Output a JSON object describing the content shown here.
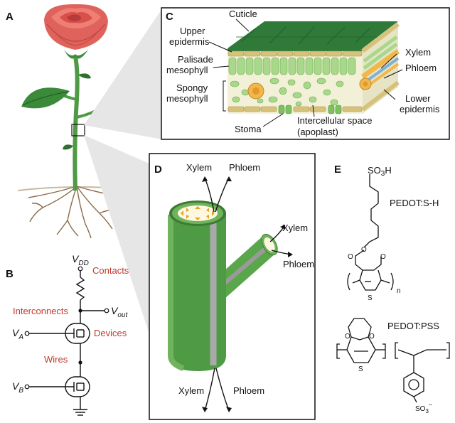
{
  "panels": {
    "a": "A",
    "b": "B",
    "c": "C",
    "d": "D",
    "e": "E"
  },
  "panel_c": {
    "cuticle": "Cuticle",
    "upper_epidermis_1": "Upper",
    "upper_epidermis_2": "epidermis",
    "palisade_1": "Palisade",
    "palisade_2": "mesophyll",
    "spongy_1": "Spongy",
    "spongy_2": "mesophyll",
    "xylem": "Xylem",
    "phloem": "Phloem",
    "lower_epidermis_1": "Lower",
    "lower_epidermis_2": "epidermis",
    "stoma": "Stoma",
    "intercellular_1": "Intercellular space",
    "intercellular_2": "(apoplast)"
  },
  "panel_d": {
    "xylem_top": "Xylem",
    "phloem_top": "Phloem",
    "xylem_branch": "Xylem",
    "phloem_branch": "Phloem",
    "xylem_bottom": "Xylem",
    "phloem_bottom": "Phloem"
  },
  "panel_b": {
    "vdd_main": "V",
    "vdd_sub": "DD",
    "contacts": "Contacts",
    "interconnects": "Interconnects",
    "vout_main": "V",
    "vout_sub": "out",
    "va_main": "V",
    "va_sub": "A",
    "devices": "Devices",
    "wires": "Wires",
    "vb_main": "V",
    "vb_sub": "B"
  },
  "panel_e": {
    "so3h_main": "SO",
    "so3h_sub": "3",
    "so3h_end": "H",
    "pedot_sh": "PEDOT:S-H",
    "o_1": "O",
    "o_2": "O",
    "o_3": "O",
    "s_1": "S",
    "n_sub": "n",
    "pedot_pss": "PEDOT:PSS",
    "o_4": "O",
    "o_5": "O",
    "s_2": "S",
    "so3_main": "SO",
    "so3_sub": "3",
    "so3_charge": "−"
  },
  "colors": {
    "rose": "#e0625c",
    "leaf": "#3a8a3a",
    "stem": "#4f9a45",
    "cuticle": "#2f7a38",
    "epidermis": "#d6c27a",
    "mesophyll": "#a8d88a",
    "label_red": "#c0392b"
  }
}
